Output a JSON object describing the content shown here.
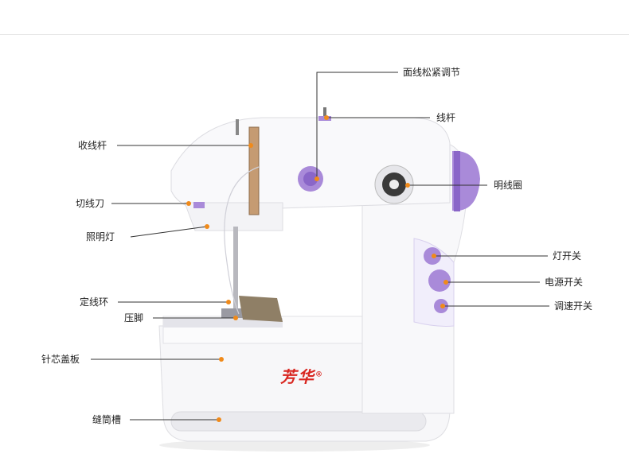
{
  "brand": {
    "text": "芳华",
    "mark": "®",
    "color": "#d8251f"
  },
  "colors": {
    "accent": "#a98ad9",
    "accent_dark": "#8a66c8",
    "dot": "#f08a1a",
    "body": "#f7f7f9"
  },
  "labels": {
    "thread_tension": "面线松紧调节",
    "thread_rod": "线杆",
    "take_up_lever": "收线杆",
    "handwheel": "明线圈",
    "thread_cutter": "切线刀",
    "light": "照明灯",
    "light_switch": "灯开关",
    "power_switch": "电源开关",
    "speed_switch": "调速开关",
    "thread_guide_ring": "定线环",
    "presser_foot": "压脚",
    "needle_plate_cover": "针芯盖板",
    "bobbin_slot": "缝筒槽"
  }
}
